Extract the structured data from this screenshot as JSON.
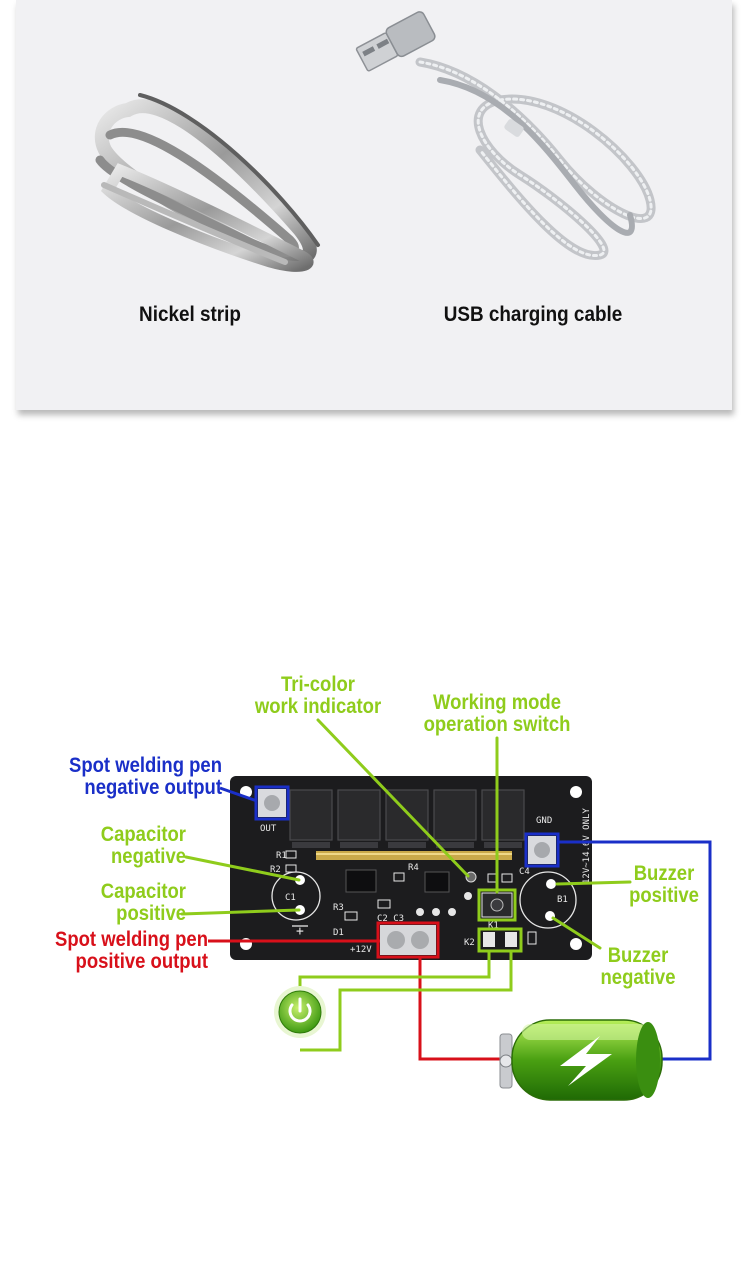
{
  "accessories": {
    "items": [
      {
        "label": "Nickel strip"
      },
      {
        "label": "USB charging cable"
      }
    ]
  },
  "diagram": {
    "labels": {
      "tri_color_line1": "Tri-color",
      "tri_color_line2": "work indicator",
      "working_mode_line1": "Working mode",
      "working_mode_line2": "operation switch",
      "pen_negative_line1": "Spot welding pen",
      "pen_negative_line2": "negative output",
      "cap_negative_line1": "Capacitor",
      "cap_negative_line2": "negative",
      "cap_positive_line1": "Capacitor",
      "cap_positive_line2": "positive",
      "pen_positive_line1": "Spot welding pen",
      "pen_positive_line2": "positive output",
      "buzzer_positive_line1": "Buzzer",
      "buzzer_positive_line2": "positive",
      "buzzer_negative_line1": "Buzzer",
      "buzzer_negative_line2": "negative"
    },
    "silkscreen": {
      "out": "OUT",
      "gnd": "GND",
      "voltage": "12V~14.6V ONLY",
      "r1": "R1",
      "r2": "R2",
      "r3": "R3",
      "r4": "R4",
      "c1": "C1",
      "c2c3": "C2 C3",
      "c4": "C4",
      "b1": "B1",
      "d1": "D1",
      "k1": "K1",
      "k2": "K2",
      "plus12v": "+12V",
      "plus": "+"
    },
    "colors": {
      "green": "#8fcc1c",
      "blue": "#1a2fc8",
      "red": "#d8101a",
      "board": "#1c1c1e"
    },
    "icons": [
      "power-icon",
      "lightning-bolt-icon"
    ]
  }
}
